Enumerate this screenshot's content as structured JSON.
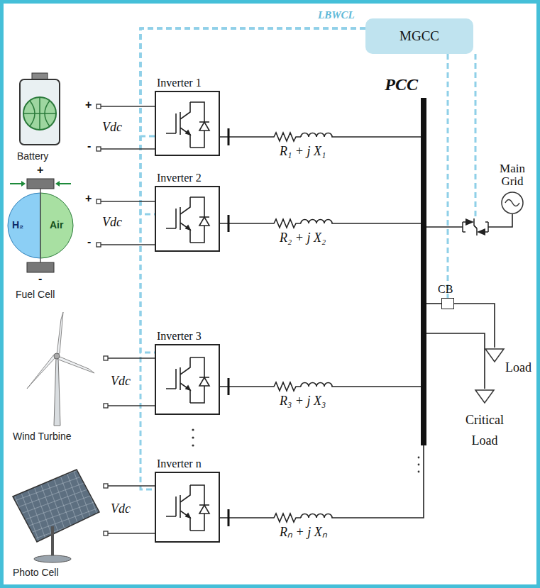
{
  "diagram": {
    "nodes": [
      {
        "text": [
          "MGCC"
        ]
      },
      {
        "text": [
          "Inverter 1"
        ]
      },
      {
        "text": [
          "Inverter 2"
        ]
      },
      {
        "text": [
          "Inverter 3"
        ]
      },
      {
        "text": [
          "Inverter n"
        ]
      },
      {
        "text": [
          "PCC"
        ]
      },
      {
        "text": [
          "Main Grid"
        ]
      },
      {
        "text": [
          "CB"
        ]
      },
      {
        "text": [
          "Load"
        ]
      },
      {
        "text": [
          "Critical Load"
        ]
      }
    ],
    "edges": [
      {
        "from": 0,
        "to": 1,
        "arrow": "none",
        "label": "LBWCL"
      },
      {
        "from": 0,
        "to": 2,
        "arrow": "none"
      },
      {
        "from": 0,
        "to": 3,
        "arrow": "none"
      },
      {
        "from": 0,
        "to": 4,
        "arrow": "none"
      },
      {
        "from": 0,
        "to": 7,
        "arrow": "none"
      },
      {
        "from": 1,
        "to": 5,
        "arrow": "none",
        "label": "R₁ + j X₁"
      },
      {
        "from": 2,
        "to": 5,
        "arrow": "none",
        "label": "R₂ + j X₂"
      },
      {
        "from": 3,
        "to": 5,
        "arrow": "none",
        "label": "R₃ + j X₃"
      },
      {
        "from": 4,
        "to": 5,
        "arrow": "none",
        "label": "Rₙ + j Xₙ"
      },
      {
        "from": 5,
        "to": 6,
        "arrow": "none"
      },
      {
        "from": 5,
        "to": 7,
        "arrow": "none"
      },
      {
        "from": 7,
        "to": 8,
        "arrow": "none"
      },
      {
        "from": 5,
        "to": 9,
        "arrow": "none"
      }
    ],
    "labels": [
      "+",
      "Vdc",
      "-",
      "Battery",
      "+",
      "+",
      "H₂",
      "Air",
      "Vdc",
      "-",
      "-",
      "Fuel Cell",
      "Vdc",
      "Wind Turbine",
      "Vdc",
      "Photo Cell"
    ]
  }
}
